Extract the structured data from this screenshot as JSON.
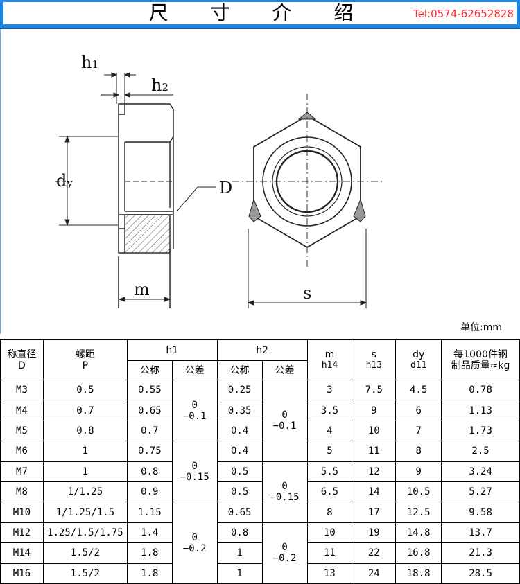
{
  "header": {
    "title": "尺 寸 介 绍",
    "tel": "Tel:0574-62652828"
  },
  "drawing": {
    "labels": {
      "h1_main": "h",
      "h1_sub": "1",
      "h2_main": "h",
      "h2_sub": "2",
      "dy_main": "d",
      "dy_sub": "y",
      "D": "D",
      "m": "m",
      "s": "s"
    }
  },
  "unit": "单位:mm",
  "table": {
    "headers": {
      "nominal_line1": "称直径",
      "nominal_line2": "D",
      "pitch_line1": "螺距",
      "pitch_line2": "P",
      "h1": "h1",
      "h2": "h2",
      "m_line1": "m",
      "m_line2": "h14",
      "s_line1": "s",
      "s_line2": "h13",
      "dy_line1": "dy",
      "dy_line2": "d11",
      "weight_line1": "每1000件钢",
      "weight_line2": "制品质量≈kg",
      "nominal_sub": "公称",
      "tolerance_sub": "公差"
    },
    "h1_tolerance_groups": [
      {
        "upper": "0",
        "lower": "−0.1"
      },
      {
        "upper": "0",
        "lower": "−0.15"
      },
      {
        "upper": "0",
        "lower": "−0.2"
      }
    ],
    "h2_tolerance_groups": [
      {
        "upper": "0",
        "lower": "−0.1"
      },
      {
        "upper": "0",
        "lower": "−0.15"
      },
      {
        "upper": "0",
        "lower": "−0.2"
      }
    ],
    "rows": [
      {
        "d": "M3",
        "p": "0.5",
        "h1": "0.55",
        "h2": "0.25",
        "m": "3",
        "s": "7.5",
        "dy": "4.5",
        "w": "0.78"
      },
      {
        "d": "M4",
        "p": "0.7",
        "h1": "0.65",
        "h2": "0.35",
        "m": "3.5",
        "s": "9",
        "dy": "6",
        "w": "1.13"
      },
      {
        "d": "M5",
        "p": "0.8",
        "h1": "0.7",
        "h2": "0.4",
        "m": "4",
        "s": "10",
        "dy": "7",
        "w": "1.73"
      },
      {
        "d": "M6",
        "p": "1",
        "h1": "0.75",
        "h2": "0.4",
        "m": "5",
        "s": "11",
        "dy": "8",
        "w": "2.5"
      },
      {
        "d": "M7",
        "p": "1",
        "h1": "0.8",
        "h2": "0.5",
        "m": "5.5",
        "s": "12",
        "dy": "9",
        "w": "3.24"
      },
      {
        "d": "M8",
        "p": "1/1.25",
        "h1": "0.9",
        "h2": "0.5",
        "m": "6.5",
        "s": "14",
        "dy": "10.5",
        "w": "5.27"
      },
      {
        "d": "M10",
        "p": "1/1.25/1.5",
        "h1": "1.15",
        "h2": "0.65",
        "m": "8",
        "s": "17",
        "dy": "12.5",
        "w": "9.58"
      },
      {
        "d": "M12",
        "p": "1.25/1.5/1.75",
        "h1": "1.4",
        "h2": "0.8",
        "m": "10",
        "s": "19",
        "dy": "14.8",
        "w": "13.7"
      },
      {
        "d": "M14",
        "p": "1.5/2",
        "h1": "1.8",
        "h2": "1",
        "m": "11",
        "s": "22",
        "dy": "16.8",
        "w": "21.3"
      },
      {
        "d": "M16",
        "p": "1.5/2",
        "h1": "1.8",
        "h2": "1",
        "m": "13",
        "s": "24",
        "dy": "18.8",
        "w": "28.5"
      }
    ]
  }
}
